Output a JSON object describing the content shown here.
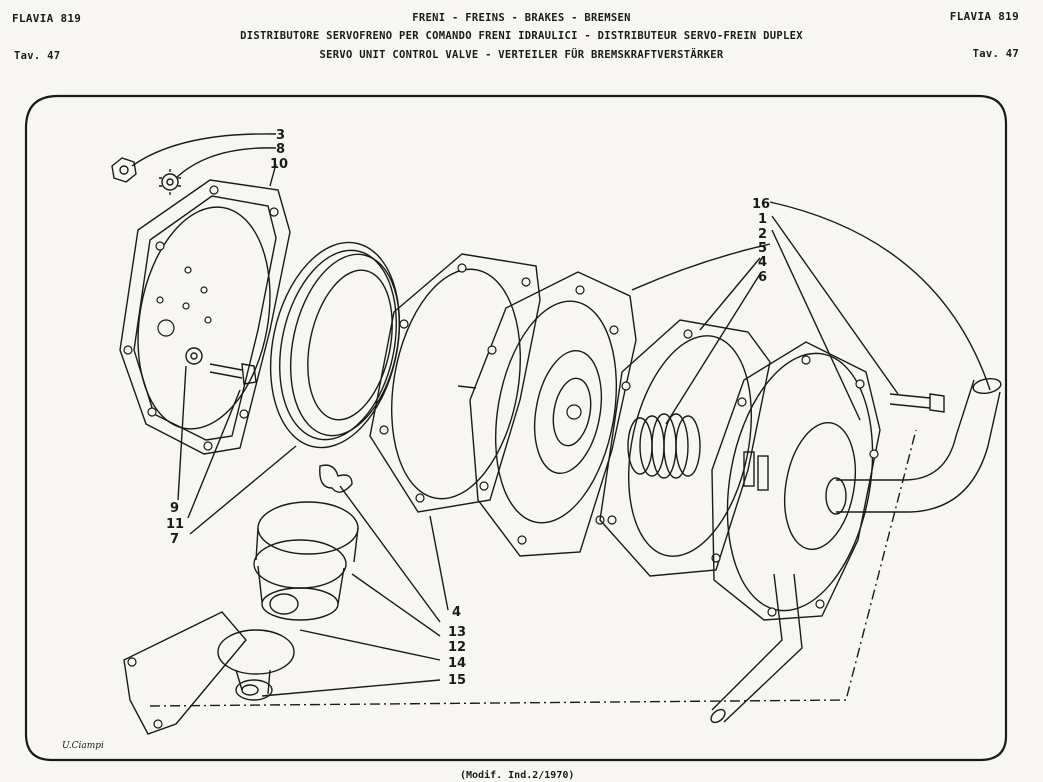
{
  "header": {
    "model_left": "FLAVIA 819",
    "model_right": "FLAVIA 819",
    "title_line1": "FRENI - FREINS - BRAKES - BREMSEN",
    "title_line2": "DISTRIBUTORE SERVOFRENO PER COMANDO FRENI IDRAULICI - DISTRIBUTEUR SERVO-FREIN DUPLEX",
    "title_line3": "SERVO UNIT CONTROL VALVE - VERTEILER FÜR BREMSKRAFTVERSTÄRKER",
    "plate_left": "Tav. 47",
    "plate_right": "Tav. 47"
  },
  "callouts": {
    "c3": "3",
    "c8": "8",
    "c10": "10",
    "c16": "16",
    "c1": "1",
    "c2": "2",
    "c5": "5",
    "c4a": "4",
    "c6": "6",
    "c9": "9",
    "c11": "11",
    "c7": "7",
    "c4b": "4",
    "c13": "13",
    "c12": "12",
    "c14": "14",
    "c15": "15"
  },
  "signature": "U.Ciampi",
  "footer": "(Modif. Ind.2/1970)"
}
